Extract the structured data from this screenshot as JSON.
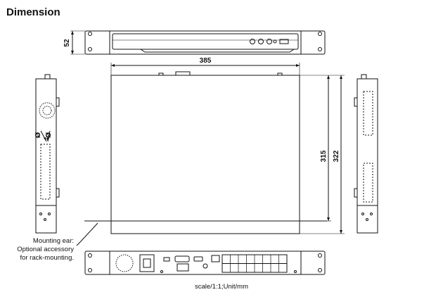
{
  "title": "Dimension",
  "dimensions": {
    "front_height": "52",
    "width": "385",
    "depth_body": "315",
    "depth_total": "322"
  },
  "diameter_symbol": "Ø",
  "mounting_note": [
    "Mounting ear:",
    "Optional accessory",
    "for rack-mounting."
  ],
  "scale_note": "scale/1:1;Unit/mm"
}
